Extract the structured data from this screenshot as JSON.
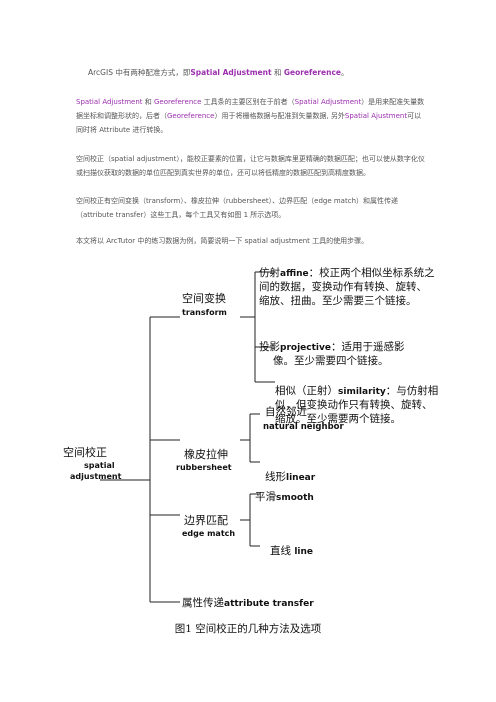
{
  "intro": {
    "text": "ArcGIS 中有两种配准方式，即",
    "t1": "Spatial Adjustment",
    "and": "和",
    "t2": "Georeference",
    "end": "。"
  },
  "para2": {
    "t1": "Spatial Adjustment",
    "s1": "和",
    "t2": "Georeference",
    "s2": "工具条的主要区别在于前者（",
    "t3": "Spatial Adjustment",
    "s3": "）是用来配准矢量数据坐标和调整形状的，后者（",
    "t4": "Georeference",
    "s4": "）用于将栅格数据与配准到矢量数据, 另外",
    "t5": "Spatial Ajustment",
    "s5": "可以同时将 Attribute 进行转换。"
  },
  "para3": "空间校正（spatial adjustment），能校正要素的位置，让它与数据库里更精确的数据匹配；也可以使从数字化仪或扫描仪获取的数据的单位匹配到真实世界的单位，还可以将低精度的数据匹配到高精度数据。",
  "para4": "空间校正有空间变换（transform）、橡皮拉伸（rubbersheet）、边界匹配（edge match）和属性传递（attribute transfer）这些工具，每个工具又有如图 1 所示选项。",
  "para5": "本文将以 ArcTutor 中的练习数据为例，简要说明一下 spatial adjustment 工具的使用步骤。",
  "diagram": {
    "root": {
      "cn": "空间校正",
      "en1": "spatial",
      "en2": "adjustment"
    },
    "transform": {
      "cn": "空间变换",
      "en": "transform"
    },
    "affine": {
      "l1a": "仿射",
      "l1b": "affine",
      "l1c": "：校正两个相似坐标系统之",
      "l2": "间的数据，变换动作有转换、旋转、",
      "l3": "缩放、扭曲。至少需要三个链接。"
    },
    "projective": {
      "l1a": "投影",
      "l1b": "projective",
      "l1c": "：适用于遥感影",
      "l2": "像。至少需要四个链接。"
    },
    "similarity": {
      "l1a": "相似（正射）",
      "l1b": "similarity",
      "l1c": "：与仿射相",
      "l2": "似，但变换动作只有转换、旋转、",
      "l3": "缩放。至少需要两个链接。"
    },
    "rubbersheet": {
      "cn": "橡皮拉伸",
      "en": "rubbersheet"
    },
    "natural": {
      "cn": "自然邻近",
      "en": "natural neighbor"
    },
    "linear": {
      "cn": "线形",
      "en": "linear"
    },
    "edgematch": {
      "cn": "边界匹配",
      "en": "edge match"
    },
    "smooth": {
      "cn": "平滑",
      "en": "smooth"
    },
    "line": {
      "cn": "直线",
      "en": "line"
    },
    "attribute": {
      "cn": "属性传递",
      "en": "attribute transfer"
    }
  },
  "caption": "图1  空间校正的几种方法及选项"
}
